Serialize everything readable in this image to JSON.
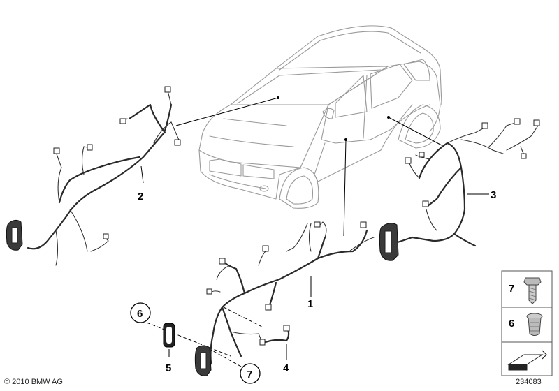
{
  "diagram": {
    "parts": [
      {
        "number": "1"
      },
      {
        "number": "2"
      },
      {
        "number": "3"
      },
      {
        "number": "4"
      },
      {
        "number": "5"
      },
      {
        "number": "6"
      },
      {
        "number": "7"
      }
    ],
    "legend": [
      {
        "number": "7",
        "icon": "bolt-icon"
      },
      {
        "number": "6",
        "icon": "rivet-nut-icon"
      },
      {
        "number": "",
        "icon": "flat-arrow-icon"
      }
    ]
  },
  "footer": {
    "copyright": "© 2010 BMW AG",
    "diagram_id": "234083"
  }
}
